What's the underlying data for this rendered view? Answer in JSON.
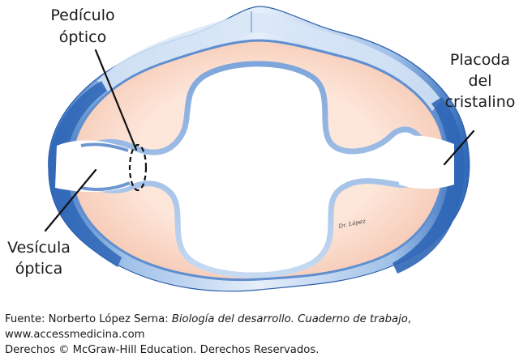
{
  "labels": {
    "pediculo_1": "Pedículo",
    "pediculo_2": "óptico",
    "placoda_1": "Placoda",
    "placoda_2": "del",
    "placoda_3": "cristalino",
    "vesicula_1": "Vesícula",
    "vesicula_2": "óptica",
    "signature": "Dr. López"
  },
  "caption": {
    "source_prefix": "Fuente: Norberto López Serna: ",
    "book_title": "Biología del desarrollo. Cuaderno de trabajo",
    "source_suffix": ", www.accessmedicina.com",
    "rights": "Derechos © McGraw-Hill Education. Derechos Reservados."
  },
  "colors": {
    "outer_blue": "#3d78c4",
    "light_blue": "#a8c6ea",
    "pale_blue": "#d9e7f7",
    "salmon": "#f6cbb6",
    "salmon_light": "#fbe2d4"
  }
}
